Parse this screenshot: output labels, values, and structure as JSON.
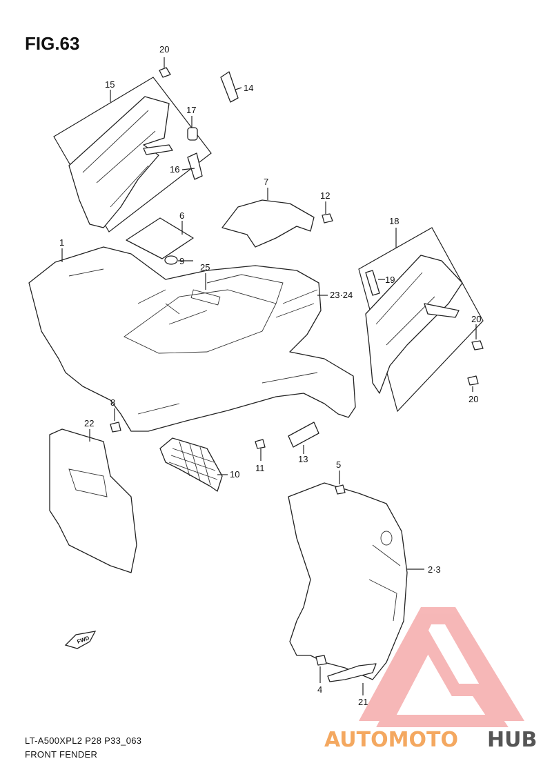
{
  "figure": {
    "title": "FIG.63"
  },
  "footer": {
    "code": "LT-A500XPL2 P28 P33_063",
    "name": "FRONT FENDER"
  },
  "fwd_label": "FWD",
  "watermark": {
    "part1": "AUTOMOTO",
    "part2": "HUB",
    "color_red": "#f08080",
    "color_orange": "#f4b46a",
    "color_dark": "#555555"
  },
  "callouts": [
    "20",
    "14",
    "15",
    "17",
    "16",
    "7",
    "12",
    "6",
    "1",
    "9",
    "25",
    "18",
    "19",
    "23·24",
    "20",
    "20",
    "8",
    "22",
    "10",
    "11",
    "13",
    "5",
    "2·3",
    "4",
    "21"
  ]
}
